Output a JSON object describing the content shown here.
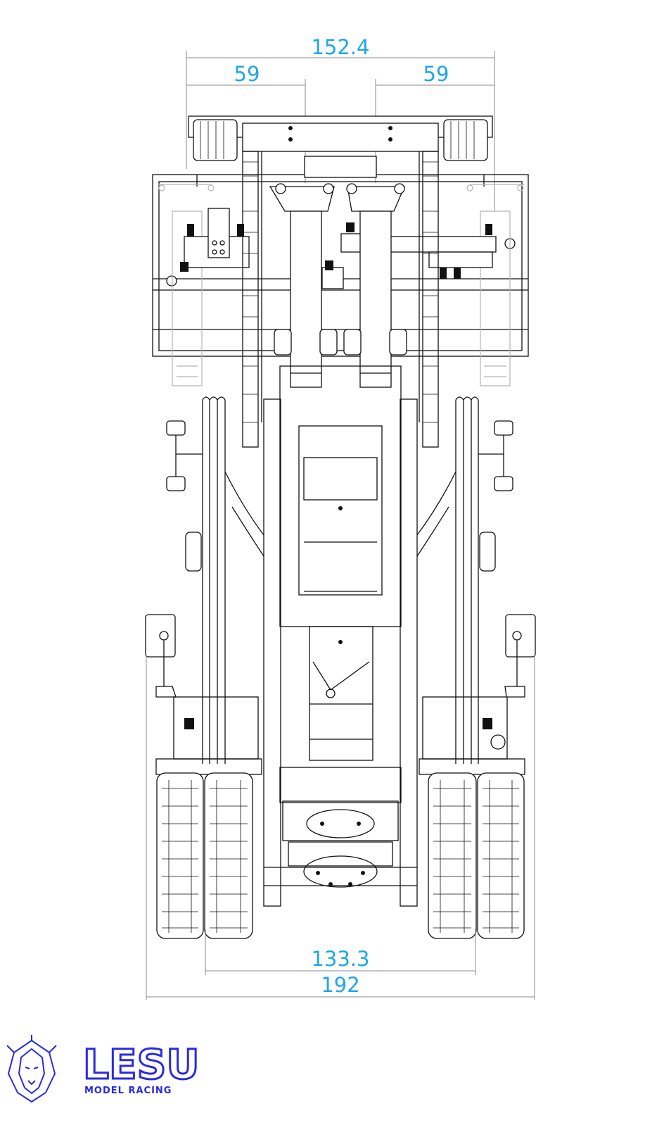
{
  "dimensions": {
    "top_overall": "152.4",
    "top_left": "59",
    "top_right": "59",
    "bottom_track": "133.3",
    "bottom_overall": "192"
  },
  "brand": {
    "name": "LESU",
    "tagline": "MODEL RACING"
  },
  "colors": {
    "dimension": "#1ea7e8",
    "logo": "#2a2ae0",
    "line": "#111111"
  }
}
